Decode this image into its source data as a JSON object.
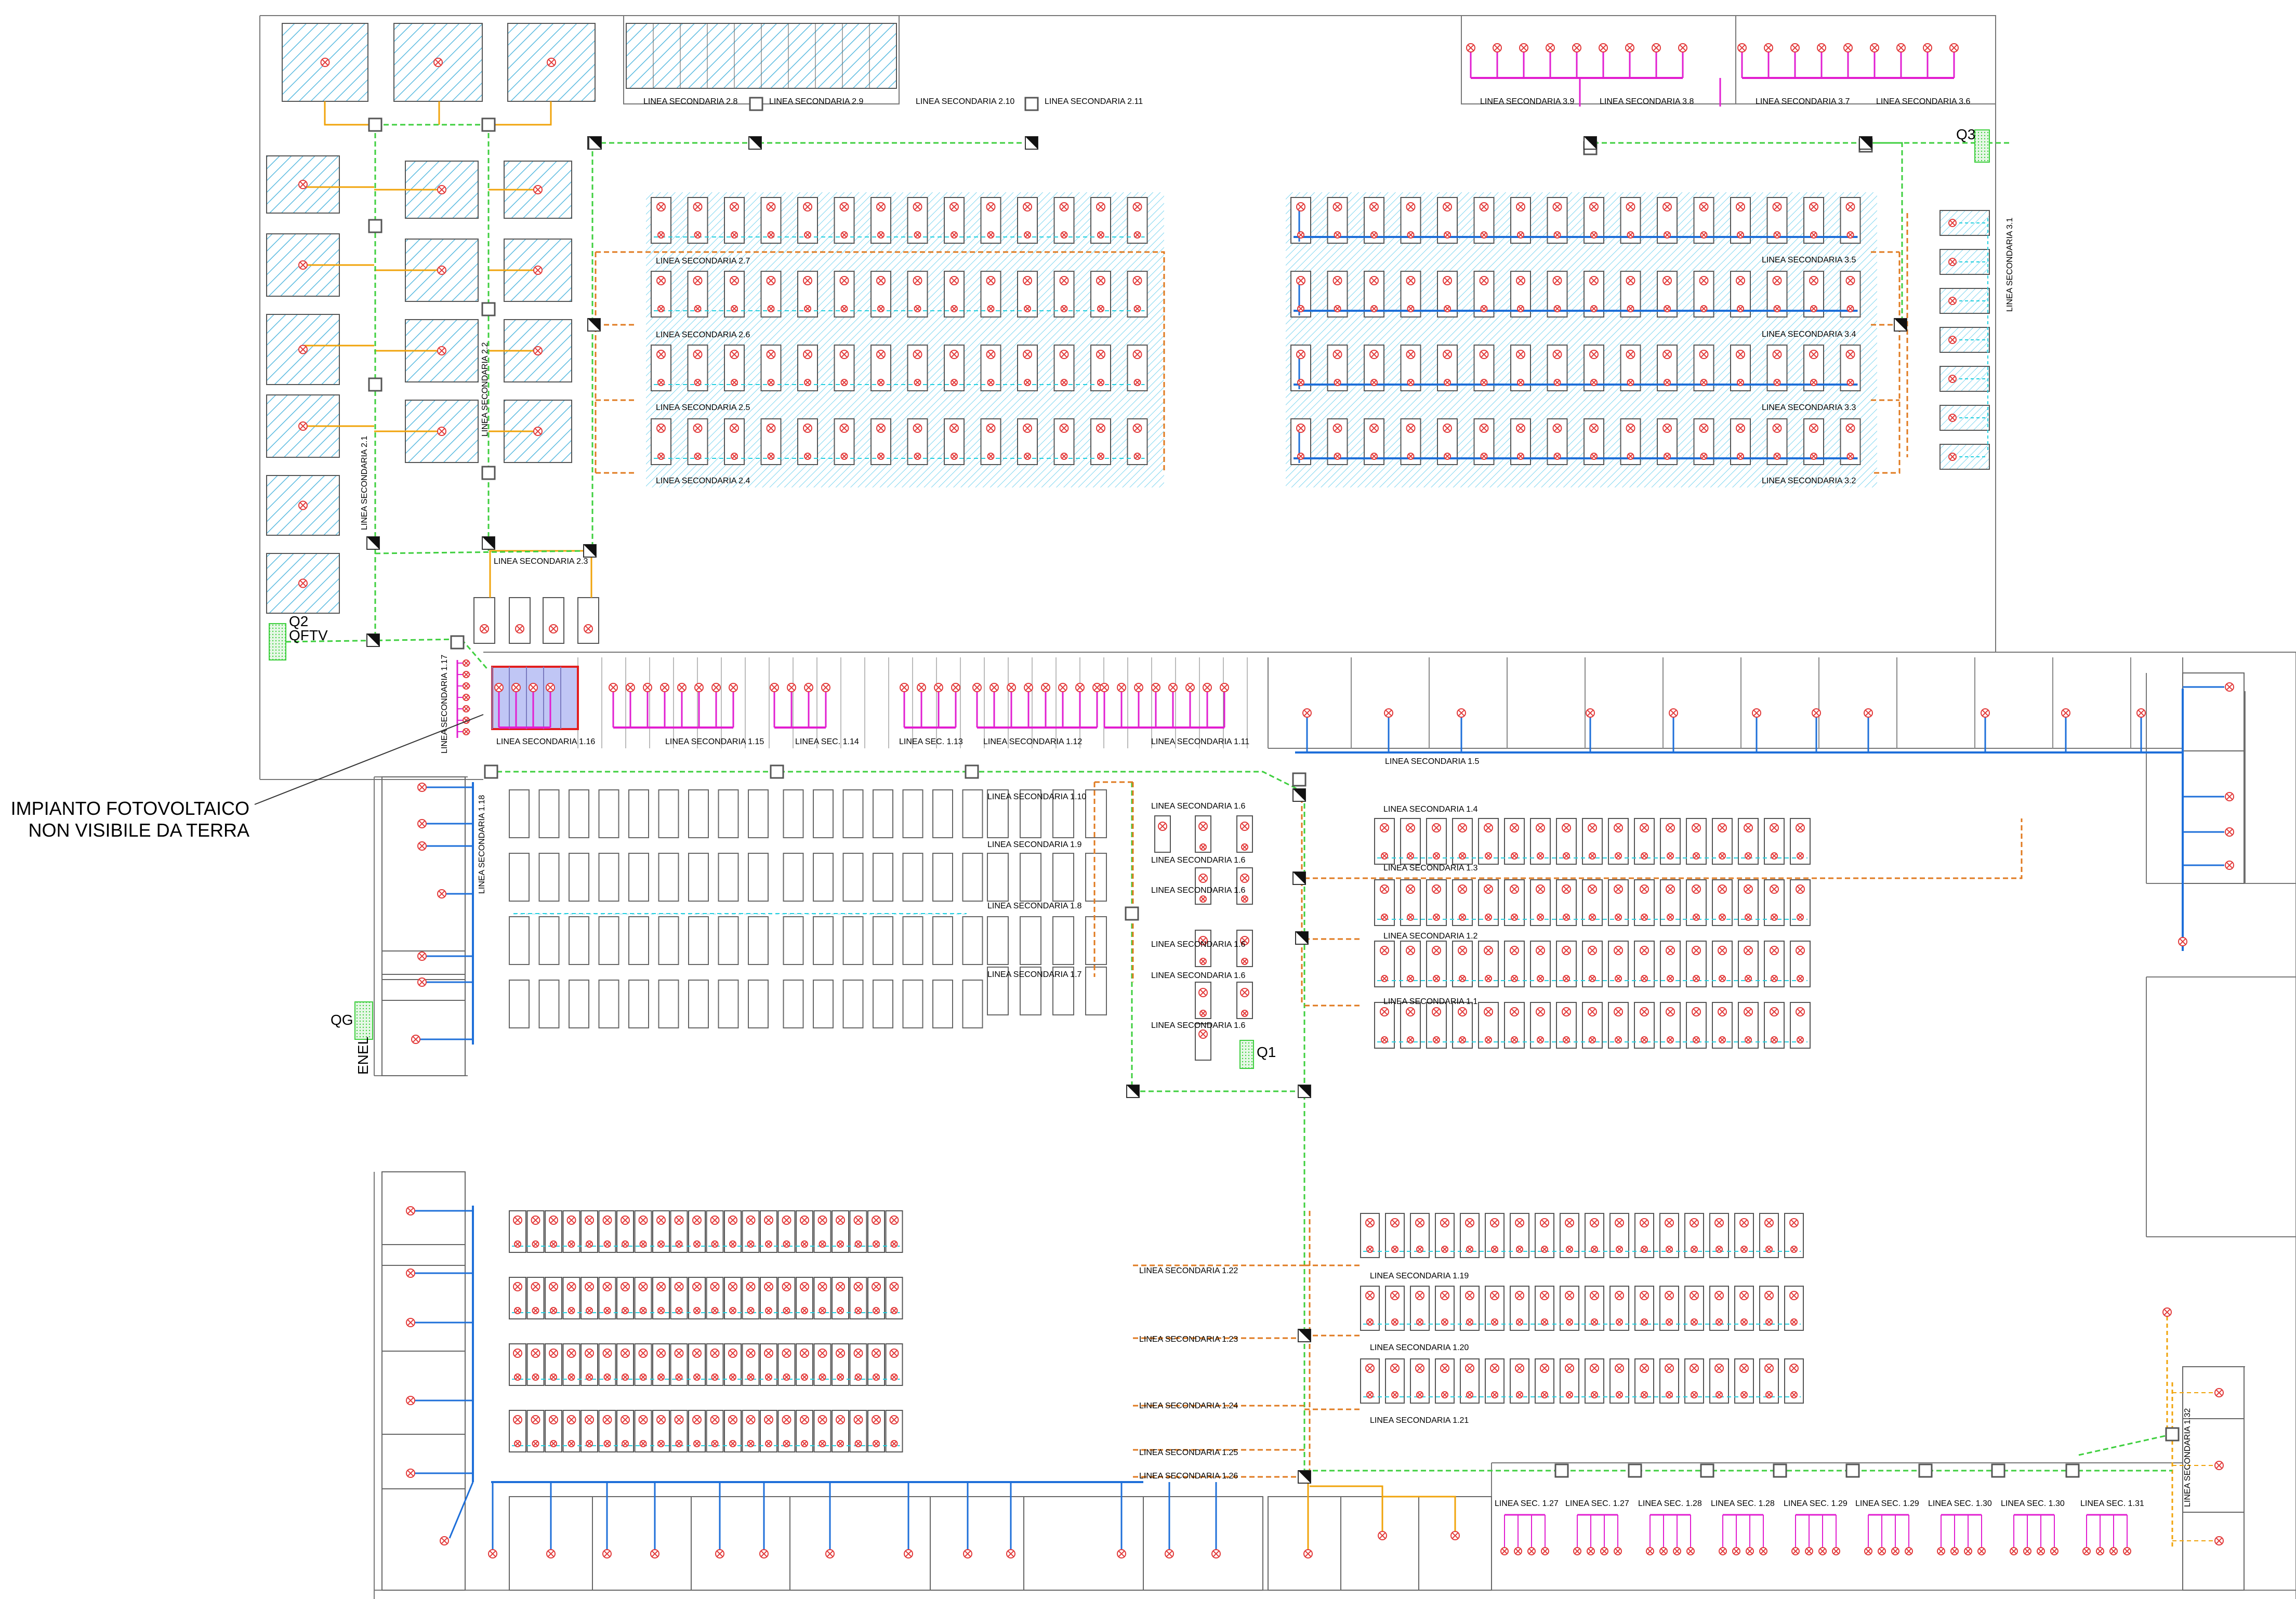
{
  "annotation": {
    "line1": "IMPIANTO FOTOVOLTAICO",
    "line2": "NON VISIBILE DA TERRA"
  },
  "panels": {
    "Q1": "Q1",
    "Q2": "Q2",
    "QFTV": "QFTV",
    "Q3": "Q3",
    "QG": "QG",
    "ENEL": "ENEL"
  },
  "colors": {
    "outline": "#555555",
    "hatch": "#5bbbe0",
    "lamp": "#e23a3a",
    "green_dash": "#3ecf3e",
    "orange_dash": "#e07a1f",
    "orange": "#f0a30a",
    "cyan_dash": "#22d0e0",
    "blue": "#1e6fd9",
    "magenta": "#e21ed0"
  },
  "line_labels": [
    {
      "id": "2.8",
      "text": "LINEA SECONDARIA 2.8"
    },
    {
      "id": "2.9",
      "text": "LINEA SECONDARIA 2.9"
    },
    {
      "id": "2.10",
      "text": "LINEA SECONDARIA 2.10"
    },
    {
      "id": "2.11",
      "text": "LINEA SECONDARIA 2.11"
    },
    {
      "id": "3.9",
      "text": "LINEA SECONDARIA 3.9"
    },
    {
      "id": "3.8",
      "text": "LINEA SECONDARIA 3.8"
    },
    {
      "id": "3.7",
      "text": "LINEA SECONDARIA 3.7"
    },
    {
      "id": "3.6",
      "text": "LINEA SECONDARIA 3.6"
    },
    {
      "id": "2.7",
      "text": "LINEA SECONDARIA 2.7"
    },
    {
      "id": "2.6",
      "text": "LINEA SECONDARIA 2.6"
    },
    {
      "id": "2.5",
      "text": "LINEA SECONDARIA 2.5"
    },
    {
      "id": "2.4",
      "text": "LINEA SECONDARIA 2.4"
    },
    {
      "id": "3.5",
      "text": "LINEA SECONDARIA 3.5"
    },
    {
      "id": "3.4",
      "text": "LINEA SECONDARIA 3.4"
    },
    {
      "id": "3.3",
      "text": "LINEA SECONDARIA 3.3"
    },
    {
      "id": "3.2",
      "text": "LINEA SECONDARIA 3.2"
    },
    {
      "id": "3.1",
      "text": "LINEA SECONDARIA 3.1"
    },
    {
      "id": "2.2",
      "text": "LINEA SECONDARIA 2.2"
    },
    {
      "id": "2.1",
      "text": "LINEA SECONDARIA 2.1"
    },
    {
      "id": "2.3",
      "text": "LINEA SECONDARIA 2.3"
    },
    {
      "id": "1.17",
      "text": "LINEA SECONDARIA 1.17"
    },
    {
      "id": "1.16",
      "text": "LINEA SECONDARIA 1.16"
    },
    {
      "id": "1.15",
      "text": "LINEA SECONDARIA 1.15"
    },
    {
      "id": "1.14",
      "text": "LINEA SEC. 1.14"
    },
    {
      "id": "1.13",
      "text": "LINEA SEC. 1.13"
    },
    {
      "id": "1.12",
      "text": "LINEA SECONDARIA 1.12"
    },
    {
      "id": "1.11",
      "text": "LINEA SECONDARIA 1.11"
    },
    {
      "id": "1.5",
      "text": "LINEA SECONDARIA 1.5"
    },
    {
      "id": "1.18",
      "text": "LINEA SECONDARIA 1.18"
    },
    {
      "id": "1.10",
      "text": "LINEA SECONDARIA 1.10"
    },
    {
      "id": "1.9",
      "text": "LINEA SECONDARIA 1.9"
    },
    {
      "id": "1.8",
      "text": "LINEA SECONDARIA 1.8"
    },
    {
      "id": "1.7",
      "text": "LINEA SECONDARIA 1.7"
    },
    {
      "id": "1.6a",
      "text": "LINEA SECONDARIA 1.6"
    },
    {
      "id": "1.6b",
      "text": "LINEA SECONDARIA 1.6"
    },
    {
      "id": "1.6c",
      "text": "LINEA SECONDARIA 1.6"
    },
    {
      "id": "1.6d",
      "text": "LINEA SECONDARIA 1.6"
    },
    {
      "id": "1.6e",
      "text": "LINEA SECONDARIA 1.6"
    },
    {
      "id": "1.6f",
      "text": "LINEA SECONDARIA 1.6"
    },
    {
      "id": "1.4",
      "text": "LINEA SECONDARIA 1.4"
    },
    {
      "id": "1.3",
      "text": "LINEA SECONDARIA 1.3"
    },
    {
      "id": "1.2",
      "text": "LINEA SECONDARIA 1.2"
    },
    {
      "id": "1.1",
      "text": "LINEA SECONDARIA 1.1"
    },
    {
      "id": "1.22",
      "text": "LINEA SECONDARIA 1.22"
    },
    {
      "id": "1.23",
      "text": "LINEA SECONDARIA 1.23"
    },
    {
      "id": "1.24",
      "text": "LINEA SECONDARIA 1.24"
    },
    {
      "id": "1.25",
      "text": "LINEA SECONDARIA 1.25"
    },
    {
      "id": "1.26",
      "text": "LINEA SECONDARIA 1.26"
    },
    {
      "id": "1.19",
      "text": "LINEA SECONDARIA 1.19"
    },
    {
      "id": "1.20",
      "text": "LINEA SECONDARIA 1.20"
    },
    {
      "id": "1.21",
      "text": "LINEA SECONDARIA 1.21"
    },
    {
      "id": "1.27a",
      "text": "LINEA SEC. 1.27"
    },
    {
      "id": "1.27b",
      "text": "LINEA SEC. 1.27"
    },
    {
      "id": "1.28a",
      "text": "LINEA SEC. 1.28"
    },
    {
      "id": "1.28b",
      "text": "LINEA SEC. 1.28"
    },
    {
      "id": "1.29a",
      "text": "LINEA SEC. 1.29"
    },
    {
      "id": "1.29b",
      "text": "LINEA SEC. 1.29"
    },
    {
      "id": "1.30a",
      "text": "LINEA SEC. 1.30"
    },
    {
      "id": "1.30b",
      "text": "LINEA SEC. 1.30"
    },
    {
      "id": "1.31",
      "text": "LINEA SEC. 1.31"
    },
    {
      "id": "1.32",
      "text": "LINEA SECONDARIA 1.32"
    }
  ]
}
